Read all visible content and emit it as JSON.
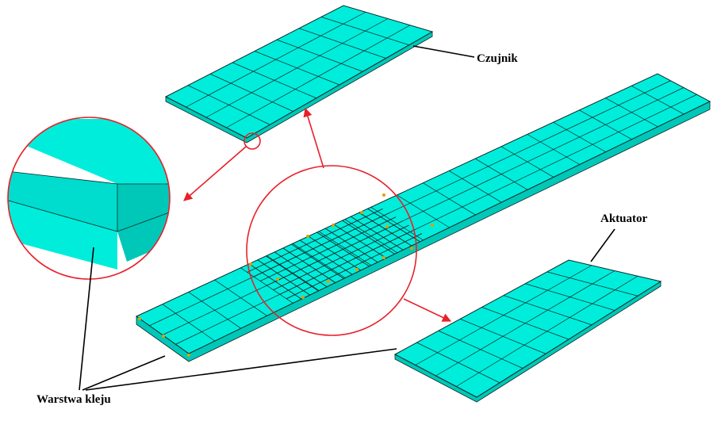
{
  "labels": {
    "sensor": "Czujnik",
    "actuator": "Aktuator",
    "adhesive_layer": "Warstwa kleju"
  },
  "colors": {
    "mesh_face": "#00eddb",
    "mesh_side": "#00c8b8",
    "mesh_line": "#0a2a2a",
    "callout": "#e8202a",
    "leader": "#000000",
    "node_marker": "#e0a000"
  }
}
